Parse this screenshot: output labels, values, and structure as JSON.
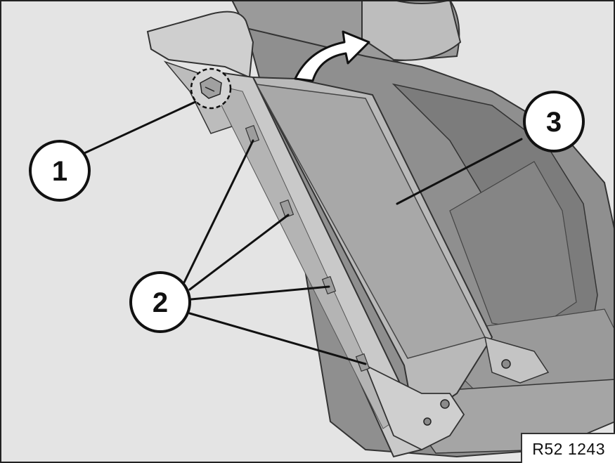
{
  "callouts": [
    {
      "id": "callout-1",
      "label": "1"
    },
    {
      "id": "callout-2",
      "label": "2"
    },
    {
      "id": "callout-3",
      "label": "3"
    }
  ],
  "reference": {
    "code": "R52 1243"
  }
}
